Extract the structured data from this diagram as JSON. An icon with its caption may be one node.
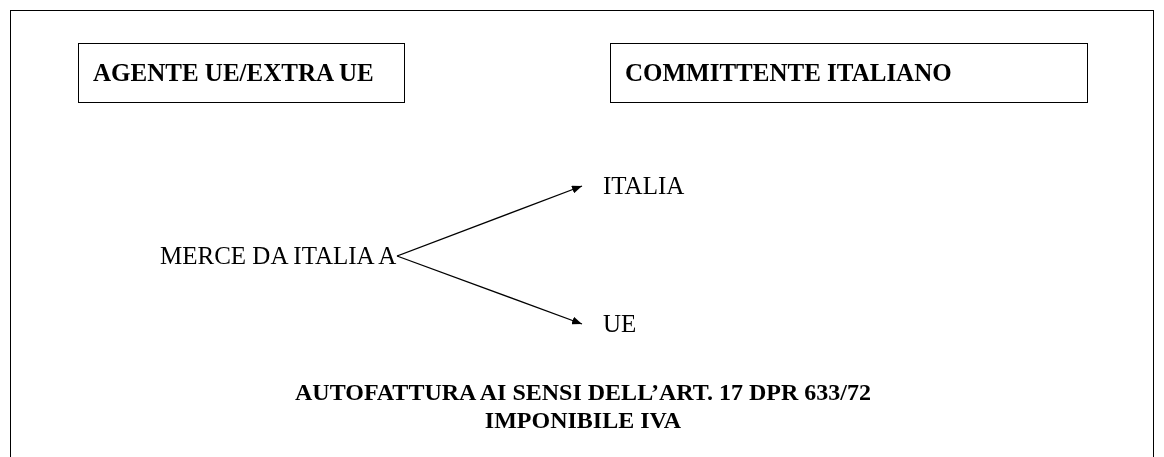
{
  "diagram": {
    "nodes": [
      {
        "text": [
          "AGENTE UE/EXTRA UE"
        ]
      },
      {
        "text": [
          "COMMITTENTE ITALIANO"
        ]
      },
      {
        "text": [
          "MERCE DA ITALIA A"
        ]
      },
      {
        "text": [
          "ITALIA"
        ]
      },
      {
        "text": [
          "UE"
        ]
      }
    ],
    "edges": [
      {
        "from": 2,
        "to": 3,
        "arrow": "to"
      },
      {
        "from": 2,
        "to": 4,
        "arrow": "to"
      }
    ],
    "labels": [
      "AUTOFATTURA AI SENSI DELL’ART. 17 DPR 633/72 IMPONIBILE IVA"
    ]
  }
}
